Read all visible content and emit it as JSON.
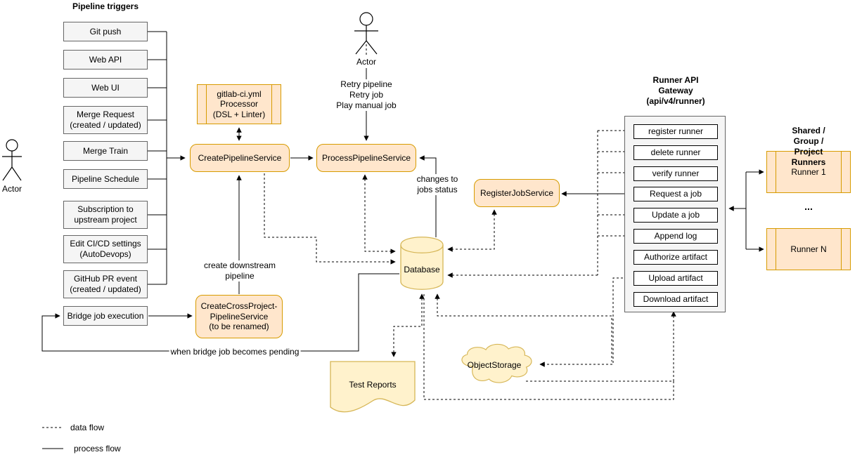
{
  "diagram_title": "Pipeline triggers",
  "actors": {
    "left_label": "Actor",
    "top_label": "Actor"
  },
  "triggers": {
    "title": "Pipeline triggers",
    "items": [
      {
        "label": "Git push"
      },
      {
        "label": "Web API"
      },
      {
        "label": "Web UI"
      },
      {
        "label": "Merge Request\n(created / updated)"
      },
      {
        "label": "Merge Train"
      },
      {
        "label": "Pipeline Schedule"
      },
      {
        "label": "Subscription to\nupstream project"
      },
      {
        "label": "Edit CI/CD settings\n(AutoDevops)"
      },
      {
        "label": "GitHub PR event\n(created / updated)"
      }
    ],
    "bridge_label": "Bridge job execution"
  },
  "services": {
    "gitlab_ci_processor": "gitlab-ci.yml\nProcessor\n(DSL + Linter)",
    "create_pipeline": "CreatePipelineService",
    "process_pipeline": "ProcessPipelineService",
    "register_job": "RegisterJobService",
    "create_cross_project": "CreateCrossProject-\nPipelineService\n(to be renamed)"
  },
  "storage": {
    "database": "Database",
    "test_reports": "Test Reports",
    "object_storage": "ObjectStorage"
  },
  "gateway": {
    "title": "Runner API\nGateway\n(api/v4/runner)",
    "endpoints": [
      "register runner",
      "delete runner",
      "verify runner",
      "Request a job",
      "Update a job",
      "Append log",
      "Authorize artifact",
      "Upload artifact",
      "Download artifact"
    ]
  },
  "runners": {
    "title": "Shared / Group / Project\nRunners",
    "runner_1": "Runner 1",
    "ellipsis": "...",
    "runner_n": "Runner N"
  },
  "edge_labels": {
    "retry": "Retry pipeline\nRetry job\nPlay manual job",
    "changes_to_jobs_status": "changes to\njobs status",
    "create_downstream": "create downstream\npipeline",
    "bridge_pending": "when bridge job becomes pending"
  },
  "legend": {
    "data_flow": "data flow",
    "process_flow": "process flow"
  },
  "colors": {
    "service_fill": "#ffe6cc",
    "service_border": "#d79b00",
    "storage_fill": "#fff2cc",
    "storage_border": "#d6b656",
    "trigger_fill": "#f5f5f5",
    "trigger_border": "#666666",
    "line": "#000000"
  }
}
